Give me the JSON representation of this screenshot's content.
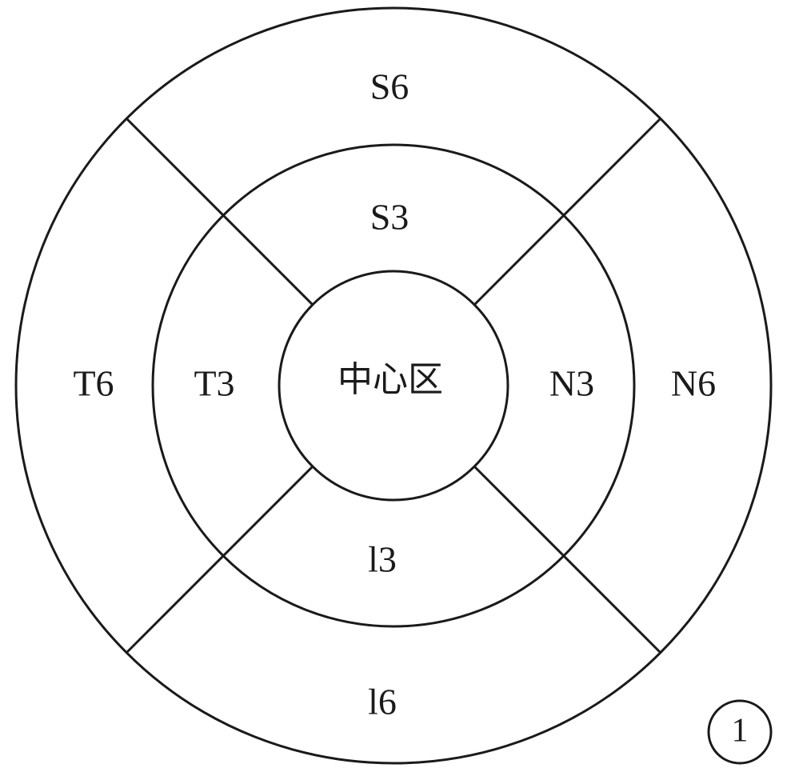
{
  "diagram": {
    "regions": {
      "center": "中心区",
      "superior_inner": "S3",
      "superior_outer": "S6",
      "inferior_inner": "l3",
      "inferior_outer": "l6",
      "temporal_inner": "T3",
      "temporal_outer": "T6",
      "nasal_inner": "N3",
      "nasal_outer": "N6"
    },
    "figure_number": "1"
  }
}
